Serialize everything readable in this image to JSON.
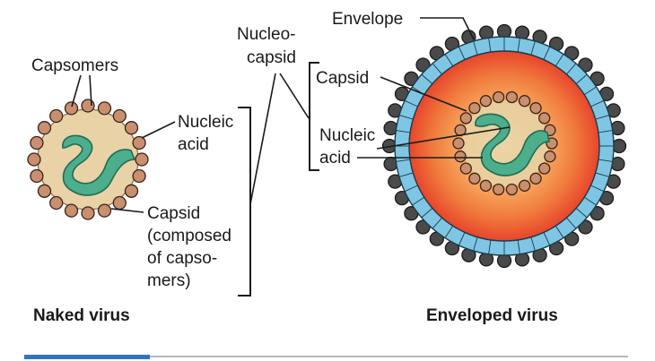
{
  "naked_virus": {
    "caption": "Naked virus",
    "labels": {
      "capsomers": "Capsomers",
      "nucleic_1": "Nucleic",
      "nucleic_2": "acid",
      "capsid_1": "Capsid",
      "capsid_2": "(composed",
      "capsid_3": "of capso-",
      "capsid_4": "mers)"
    }
  },
  "nucleocapsid": {
    "line_1": "Nucleo-",
    "line_2": "capsid"
  },
  "enveloped_virus": {
    "caption": "Enveloped virus",
    "labels": {
      "envelope": "Envelope",
      "capsid": "Capsid",
      "nucleic_1": "Nucleic",
      "nucleic_2": "acid"
    }
  },
  "colors": {
    "capsomer_fill": "#c98f6f",
    "capsid_interior": "#e8d2a6",
    "nucleic_acid": "#4cae8c",
    "envelope_band": "#7fc6e4",
    "envelope_spike": "#4a4a4a",
    "interior_center": "#f9b56a",
    "interior_edge": "#e8452c",
    "rule_accent": "#2f73c8",
    "rule_gray": "#9aa0a6"
  }
}
